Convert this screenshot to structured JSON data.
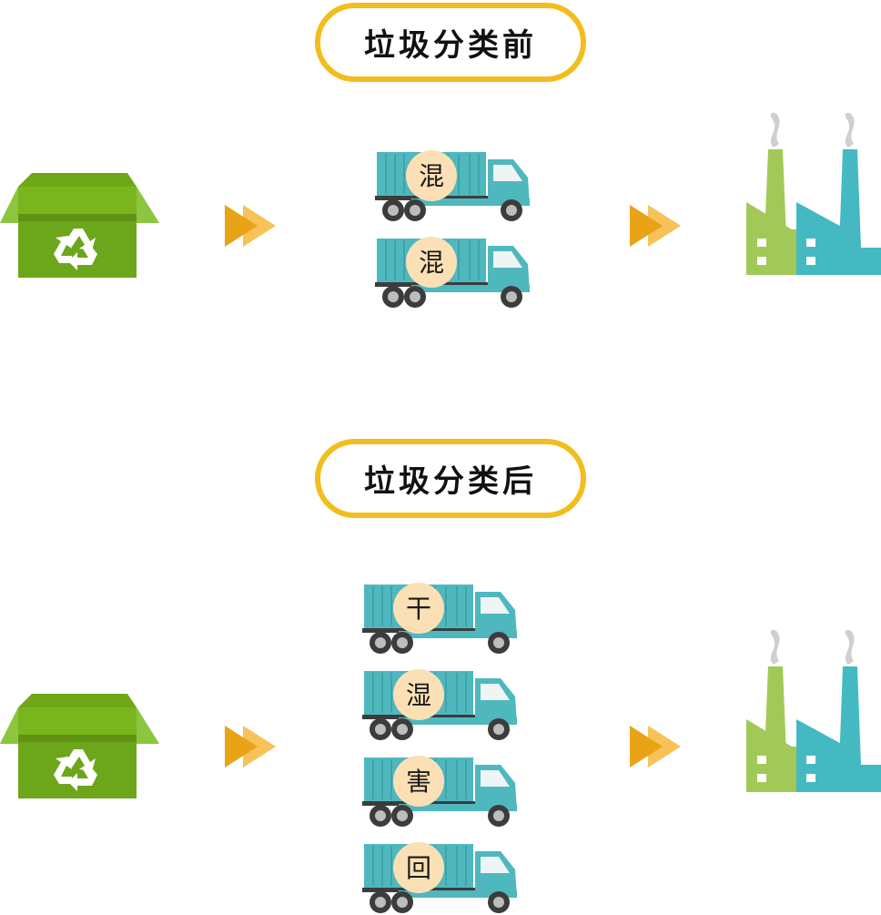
{
  "sections": [
    {
      "title": "垃圾分类前",
      "trucks": [
        {
          "label": "混"
        },
        {
          "label": "混"
        }
      ]
    },
    {
      "title": "垃圾分类后",
      "trucks": [
        {
          "label": "干"
        },
        {
          "label": "湿"
        },
        {
          "label": "害"
        },
        {
          "label": "回"
        }
      ]
    }
  ],
  "icons": {
    "bin": "recycle-box-icon",
    "arrow": "double-arrow-icon",
    "truck": "truck-icon",
    "factory": "factory-icon"
  },
  "colors": {
    "pill_border": "#f2bd1d",
    "box_green": "#7ab51d",
    "box_dark": "#5f9214",
    "truck_teal": "#4fb8be",
    "truck_badge": "#fbe0b5",
    "arrow_dark": "#e8a317",
    "arrow_light": "#f7c257",
    "factory_green": "#a2c957",
    "factory_teal": "#45b9c1",
    "smoke": "#cfcfcf"
  }
}
